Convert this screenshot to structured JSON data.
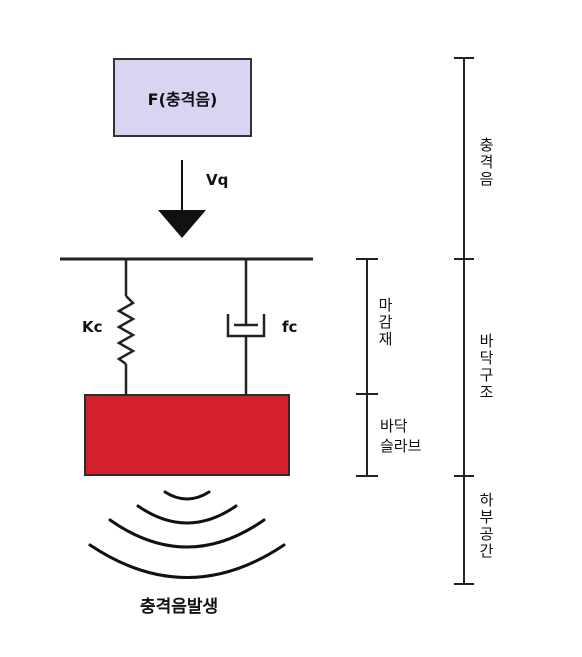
{
  "force_box": {
    "label": "F(충격음)",
    "fill": "#d8d4f2"
  },
  "velocity_label": "Vq",
  "spring_label": "Kc",
  "damper_label": "fc",
  "slab": {
    "fill": "#d41f2c"
  },
  "bottom_caption": "충격음발생",
  "inner_scale": {
    "top_label": "마감재",
    "bottom_label": "바닥슬라브",
    "bottom_label_lines": [
      "바닥",
      "슬라브"
    ]
  },
  "outer_scale": {
    "top_label": "충격음",
    "middle_label": "바닥구조",
    "bottom_label": "하부공간"
  }
}
